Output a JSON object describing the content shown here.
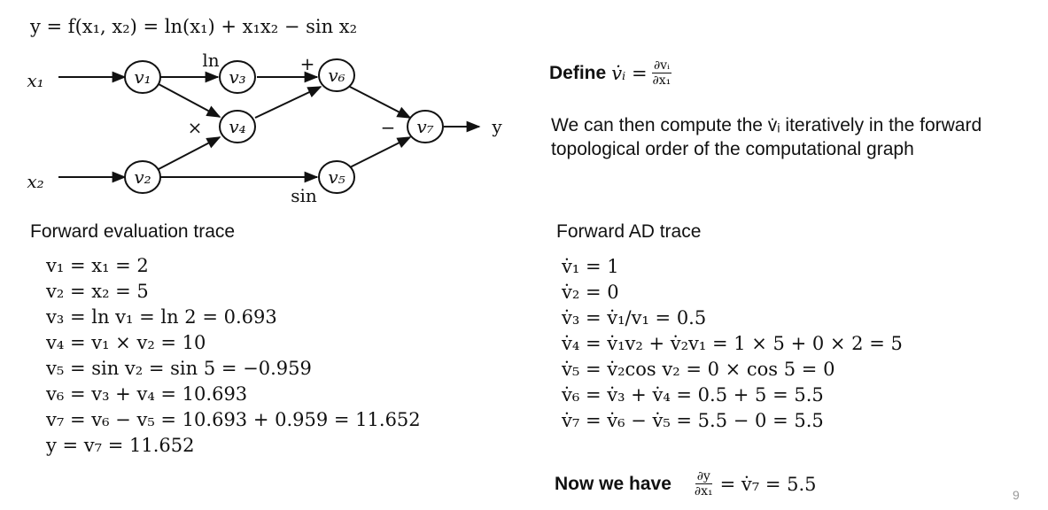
{
  "title": "y = f(x₁, x₂) = ln(x₁) + x₁x₂ − sin x₂",
  "graph": {
    "inputs": {
      "x1": "x₁",
      "x2": "x₂"
    },
    "output": "y",
    "nodes": {
      "v1": "v₁",
      "v2": "v₂",
      "v3": "v₃",
      "v4": "v₄",
      "v5": "v₅",
      "v6": "v₆",
      "v7": "v₇"
    },
    "ops": {
      "ln": "ln",
      "plus": "+",
      "times": "×",
      "minus": "−",
      "sin": "sin"
    }
  },
  "define": {
    "label": "Define",
    "lhs": "v̇ᵢ =",
    "numerator": "∂vᵢ",
    "denominator": "∂x₁"
  },
  "explanation": "We can then compute the v̇ᵢ iteratively in the forward topological order of the computational graph",
  "forward_trace": {
    "heading": "Forward evaluation trace",
    "lines": [
      "v₁ = x₁ = 2",
      "v₂ = x₂ = 5",
      "v₃ = ln v₁ = ln 2 = 0.693",
      "v₄ = v₁ ×  v₂ = 10",
      "v₅ = sin v₂ = sin 5 = −0.959",
      "v₆ = v₃ + v₄ = 10.693",
      "v₇ = v₆ − v₅ = 10.693 + 0.959 = 11.652",
      "y = v₇ = 11.652"
    ]
  },
  "ad_trace": {
    "heading": "Forward AD trace",
    "lines": [
      "v̇₁ = 1",
      "v̇₂ = 0",
      "v̇₃ = v̇₁/v₁ = 0.5",
      "v̇₄ = v̇₁v₂ + v̇₂v₁ = 1 × 5 + 0 × 2 = 5",
      "v̇₅ = v̇₂cos v₂ = 0 × cos 5 = 0",
      "v̇₆ = v̇₃ + v̇₄ = 0.5 + 5 = 5.5",
      "v̇₇ = v̇₆ − v̇₅ = 5.5 − 0 = 5.5"
    ]
  },
  "conclusion": {
    "label": "Now we have",
    "numerator": "∂y",
    "denominator": "∂x₁",
    "rhs": "= v̇₇ = 5.5"
  },
  "page_number": "9"
}
